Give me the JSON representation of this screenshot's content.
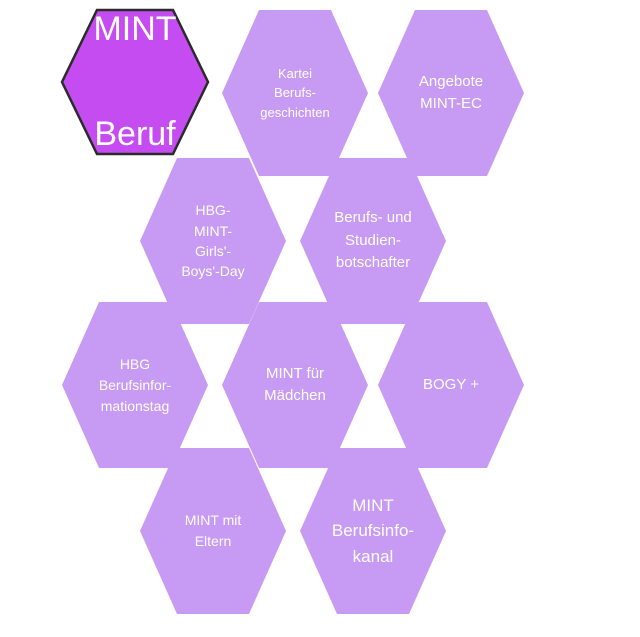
{
  "colors": {
    "tile_fill": "#c79af3",
    "title_fill": "#c54cf0",
    "title_stroke": "#2b2b2b",
    "text": "#ffffff"
  },
  "title": {
    "line1": "MINT",
    "line2": "Beruf"
  },
  "tiles": [
    {
      "id": "kartei-berufsgeschichten",
      "text": "Kartei\nBerufs-\ngeschichten"
    },
    {
      "id": "angebote-mint-ec",
      "text": "Angebote\nMINT-EC"
    },
    {
      "id": "hbg-mint-girls-boys-day",
      "text": "HBG-\nMINT-\nGirls'-\nBoys'-Day"
    },
    {
      "id": "berufs-und-studienbotschafter",
      "text": "Berufs- und\nStudien-\nbotschafter"
    },
    {
      "id": "hbg-berufsinformationstag",
      "text": "HBG\nBerufsinfor-\nmationstag"
    },
    {
      "id": "mint-fuer-maedchen",
      "text": "MINT für\nMädchen"
    },
    {
      "id": "bogy-plus",
      "text": "BOGY +"
    },
    {
      "id": "mint-mit-eltern",
      "text": "MINT mit\nEltern"
    },
    {
      "id": "mint-berufsinfokanal",
      "text": "MINT\nBerufsinfo-\nkanal"
    }
  ]
}
